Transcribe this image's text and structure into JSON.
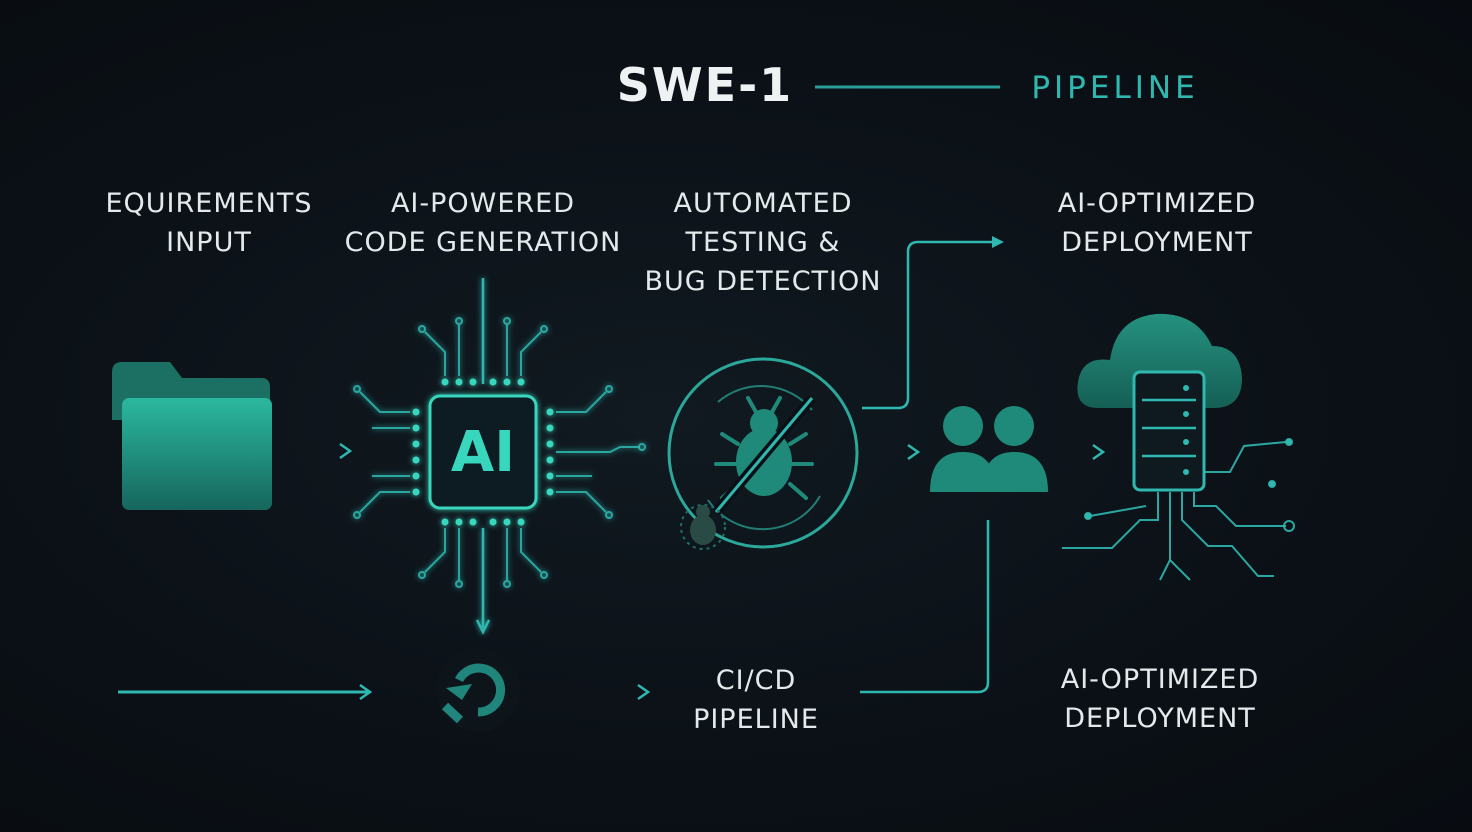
{
  "diagram": {
    "title": "SWE-1",
    "subtitle": "PIPELINE",
    "chip_label": "AI",
    "steps": [
      {
        "label": "EQUIREMENTS\nINPUT",
        "icon": "folder-icon"
      },
      {
        "label": "AI-POWERED\nCODE GENERATION",
        "icon": "ai-chip-icon"
      },
      {
        "label": "AUTOMATED\nTESTING &\nBUG DETECTION",
        "icon": "bug-icon"
      },
      {
        "label": "AI-OPTIMIZED\nDEPLOYMENT",
        "icon": "cloud-server-icon"
      },
      {
        "label": "CI/CD\nPIPELINE",
        "icon": "sync-icon"
      },
      {
        "label": "AI-OPTIMIZED\nDEPLOYMENT",
        "icon": ""
      }
    ],
    "extra_icons": [
      "users-icon",
      "small-bug-icon",
      "circuit-lines-icon"
    ],
    "colors": {
      "background": "#0b1016",
      "accent": "#2fb8b0",
      "accent_bright": "#37d6bd",
      "icon_fill": "#1f8a7a",
      "text": "#e4eaec"
    }
  }
}
